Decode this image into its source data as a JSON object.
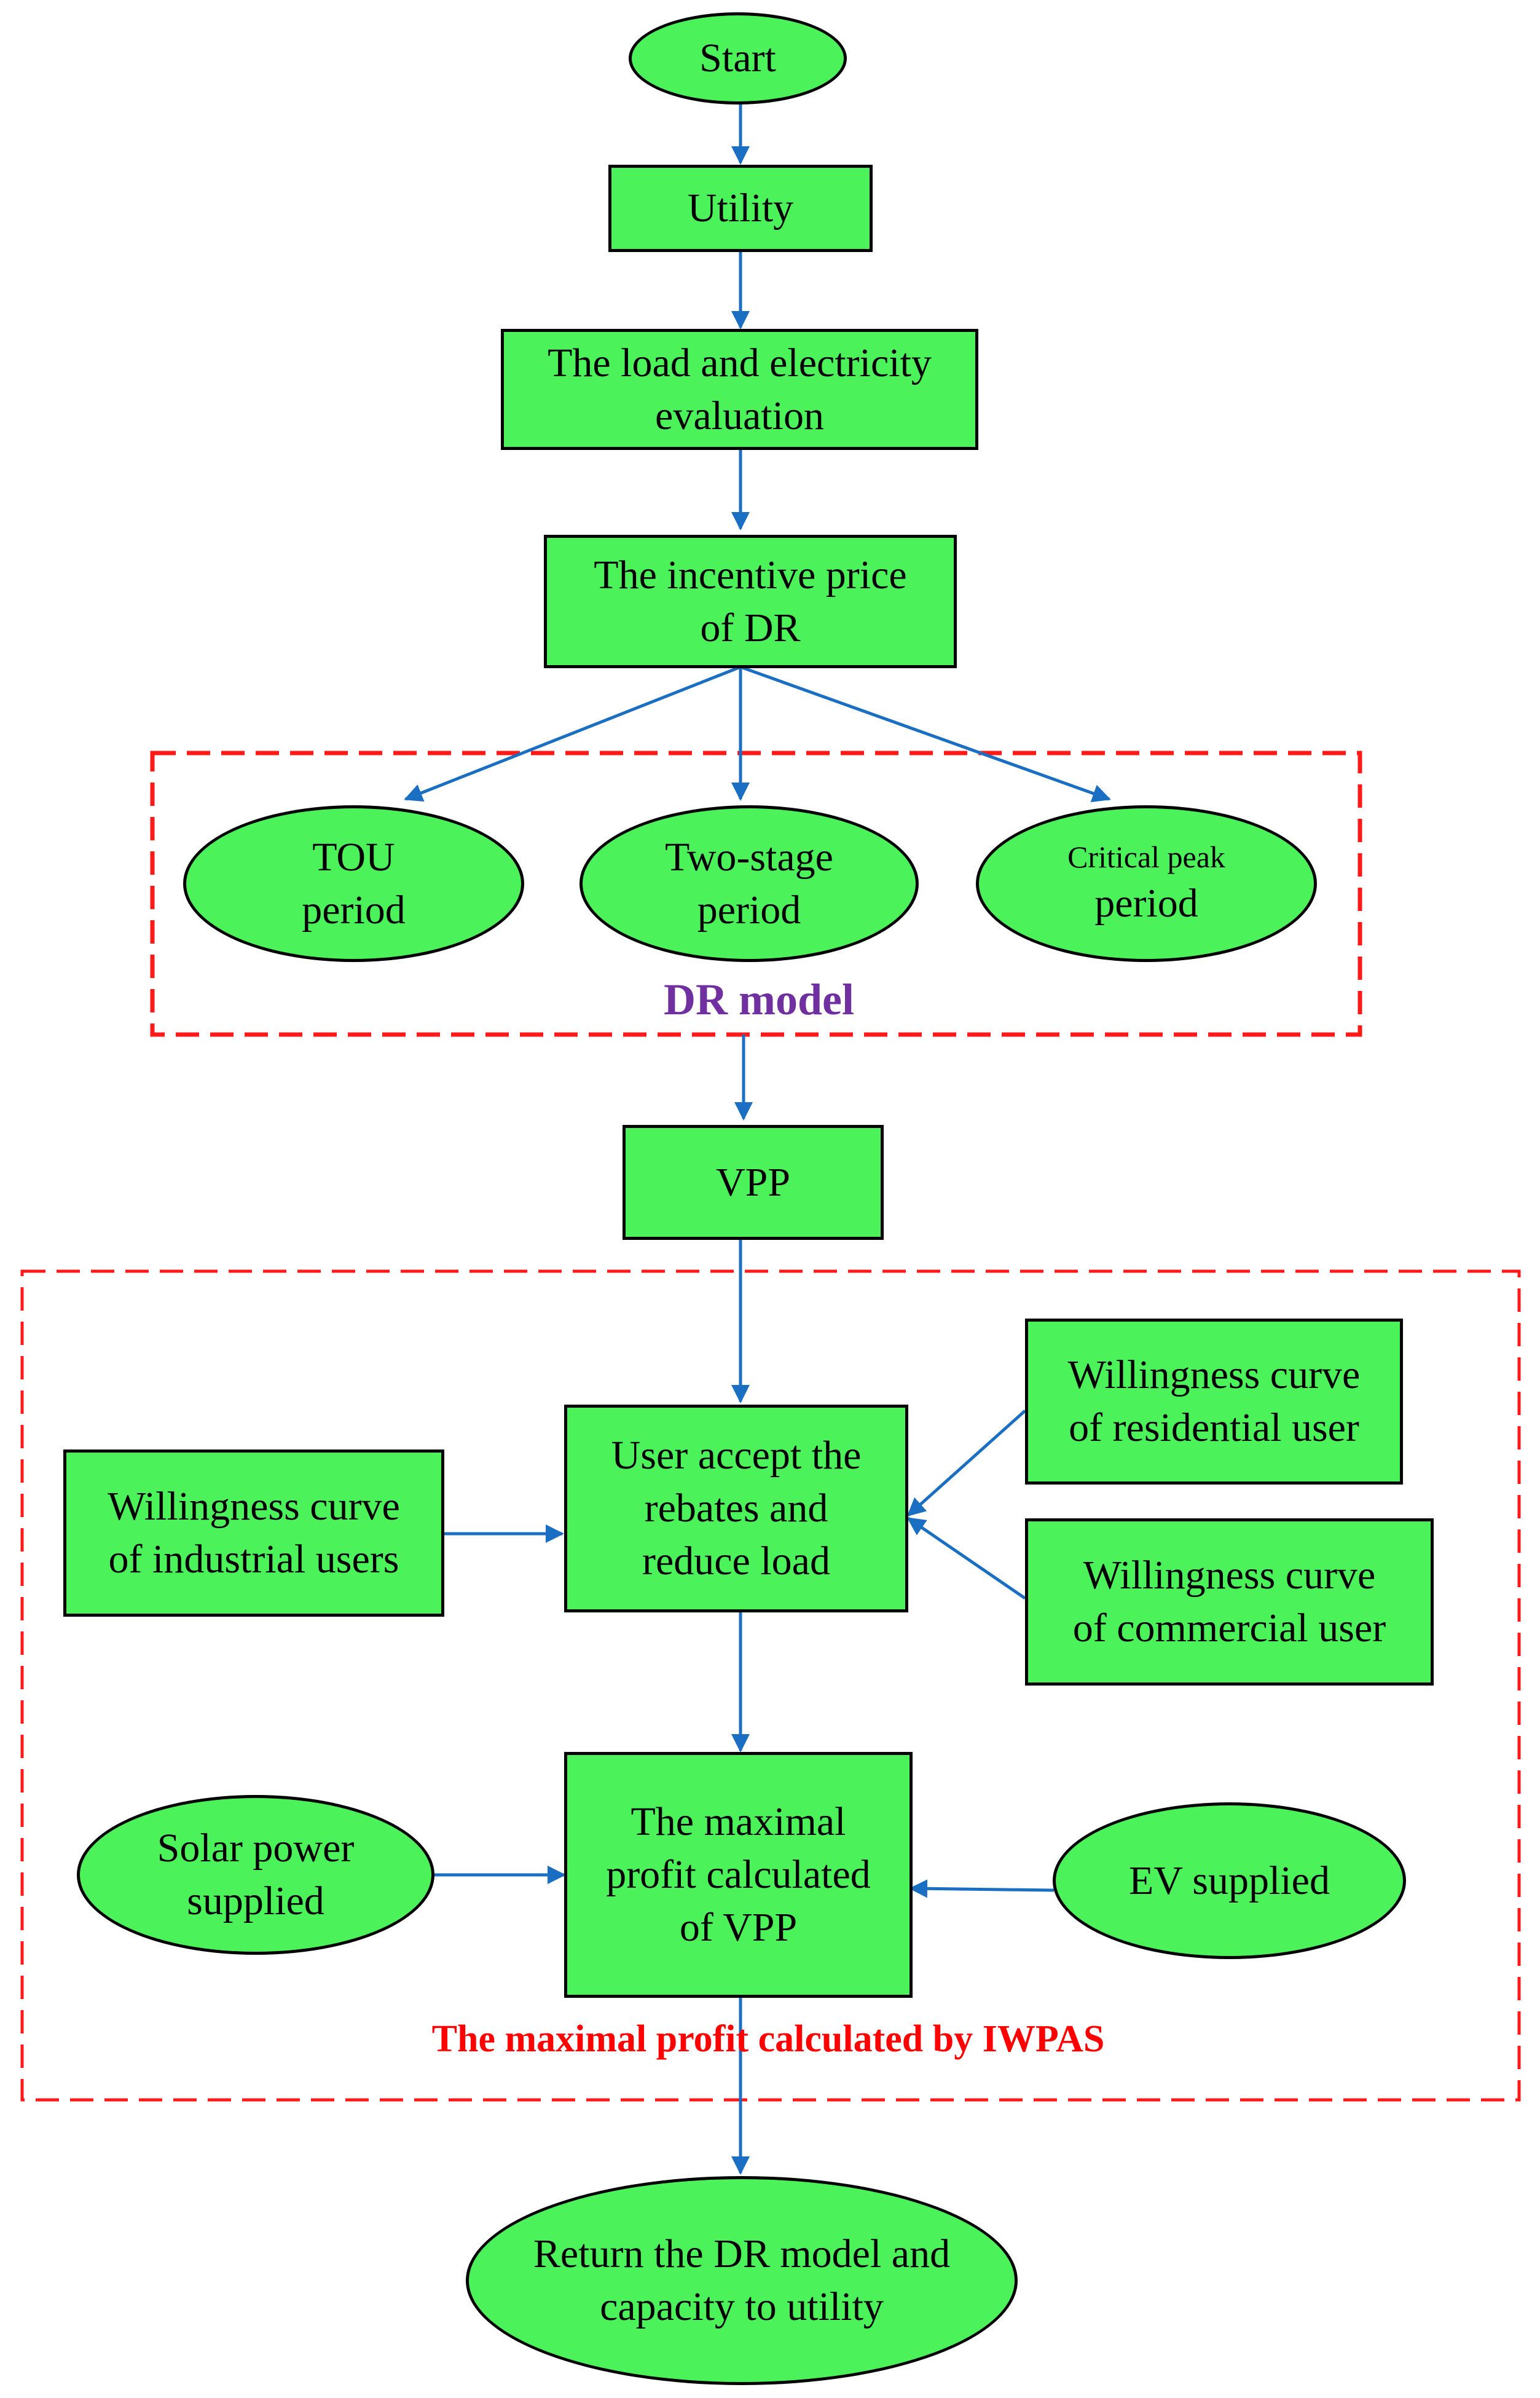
{
  "colors": {
    "node_fill": "#4cf25a",
    "arrow": "#1a6fc2",
    "group_border": "#ff1a1a",
    "dr_label": "#7030a0",
    "iwpas_label": "#ff0000"
  },
  "nodes": {
    "start": "Start",
    "utility": "Utility",
    "load_eval": "The load and electricity\nevaluation",
    "incentive": "The incentive price\nof DR",
    "tou": "TOU\nperiod",
    "two_stage": "Two-stage\nperiod",
    "critical_peak_line1": "Critical peak",
    "critical_peak_line2": "period",
    "vpp": "VPP",
    "user_accept": "User accept the\nrebates and\nreduce load",
    "industrial": "Willingness curve\nof industrial users",
    "residential": "Willingness curve\nof residential user",
    "commercial": "Willingness curve\nof commercial user",
    "max_profit": "The maximal\nprofit calculated\nof VPP",
    "solar": "Solar power\nsupplied",
    "ev": "EV supplied",
    "return": "Return the DR model and\ncapacity to utility"
  },
  "groups": {
    "dr_model": "DR model",
    "iwpas": "The maximal profit calculated by IWPAS"
  }
}
